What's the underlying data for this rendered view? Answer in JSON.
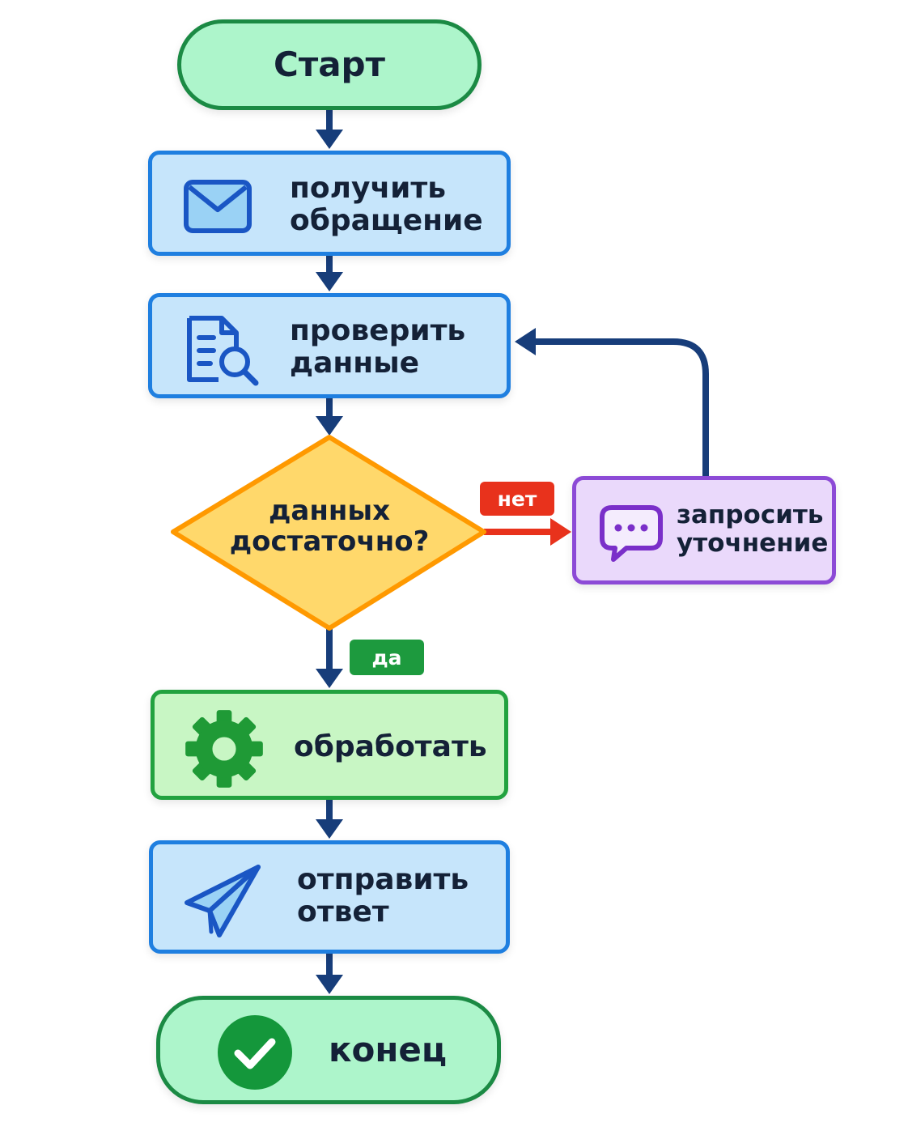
{
  "nodes": {
    "start": {
      "label": "Старт"
    },
    "receive": {
      "label": "получить\nобращение",
      "icon": "envelope-icon"
    },
    "check": {
      "label": "проверить\nданные",
      "icon": "document-search-icon"
    },
    "decision": {
      "label": "данных\nдостаточно?"
    },
    "clarify": {
      "label": "запросить\nуточнение",
      "icon": "chat-bubble-icon"
    },
    "process": {
      "label": "обработать",
      "icon": "gear-icon"
    },
    "send": {
      "label": "отправить\nответ",
      "icon": "paper-plane-icon"
    },
    "end": {
      "label": "конец",
      "icon": "check-circle-icon"
    }
  },
  "edges": {
    "no_label": "нет",
    "yes_label": "да"
  },
  "colors": {
    "arrow": "#173d7a",
    "terminal_fill": "#adf5cb",
    "terminal_stroke": "#1b8a44",
    "process_fill": "#c6e5fb",
    "process_stroke": "#1f7fe0",
    "decision_fill": "#ffd86b",
    "decision_stroke": "#ff9900",
    "action_fill": "#c8f6c4",
    "action_stroke": "#22a23f",
    "clarify_fill": "#ead9fb",
    "clarify_stroke": "#8c4ad6",
    "no_badge": "#e8321c",
    "yes_badge": "#1d9a3e"
  }
}
